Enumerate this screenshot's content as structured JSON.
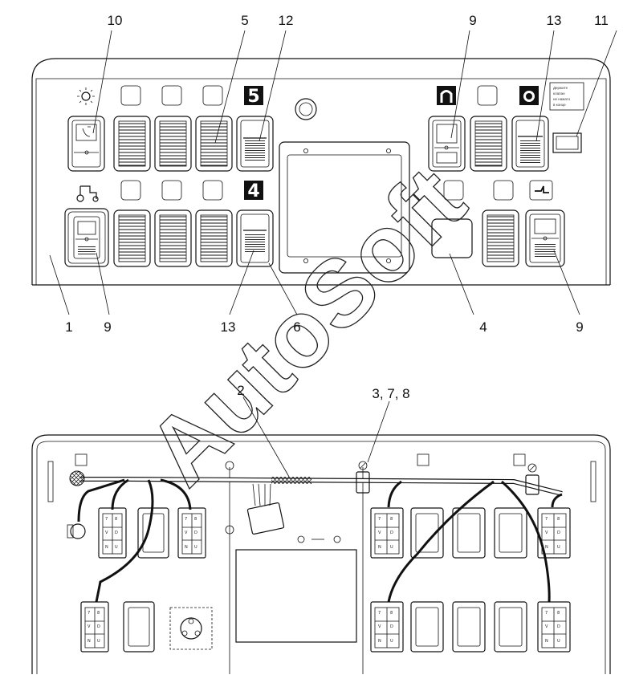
{
  "callouts": {
    "top": [
      "10",
      "5",
      "12",
      "9",
      "13",
      "11"
    ],
    "bottom": [
      "1",
      "9",
      "13",
      "6",
      "4",
      "9"
    ],
    "rear": [
      "2",
      "3, 7, 8"
    ]
  },
  "panel": {
    "digit_upper": "5",
    "digit_lower": "4",
    "warning_label": [
      "Держите",
      "клапан",
      "не нажато",
      "в конце"
    ]
  },
  "plug": {
    "pins": [
      "7",
      "8",
      "V",
      "D",
      "N",
      "U"
    ]
  },
  "watermark": "AutoSoft"
}
